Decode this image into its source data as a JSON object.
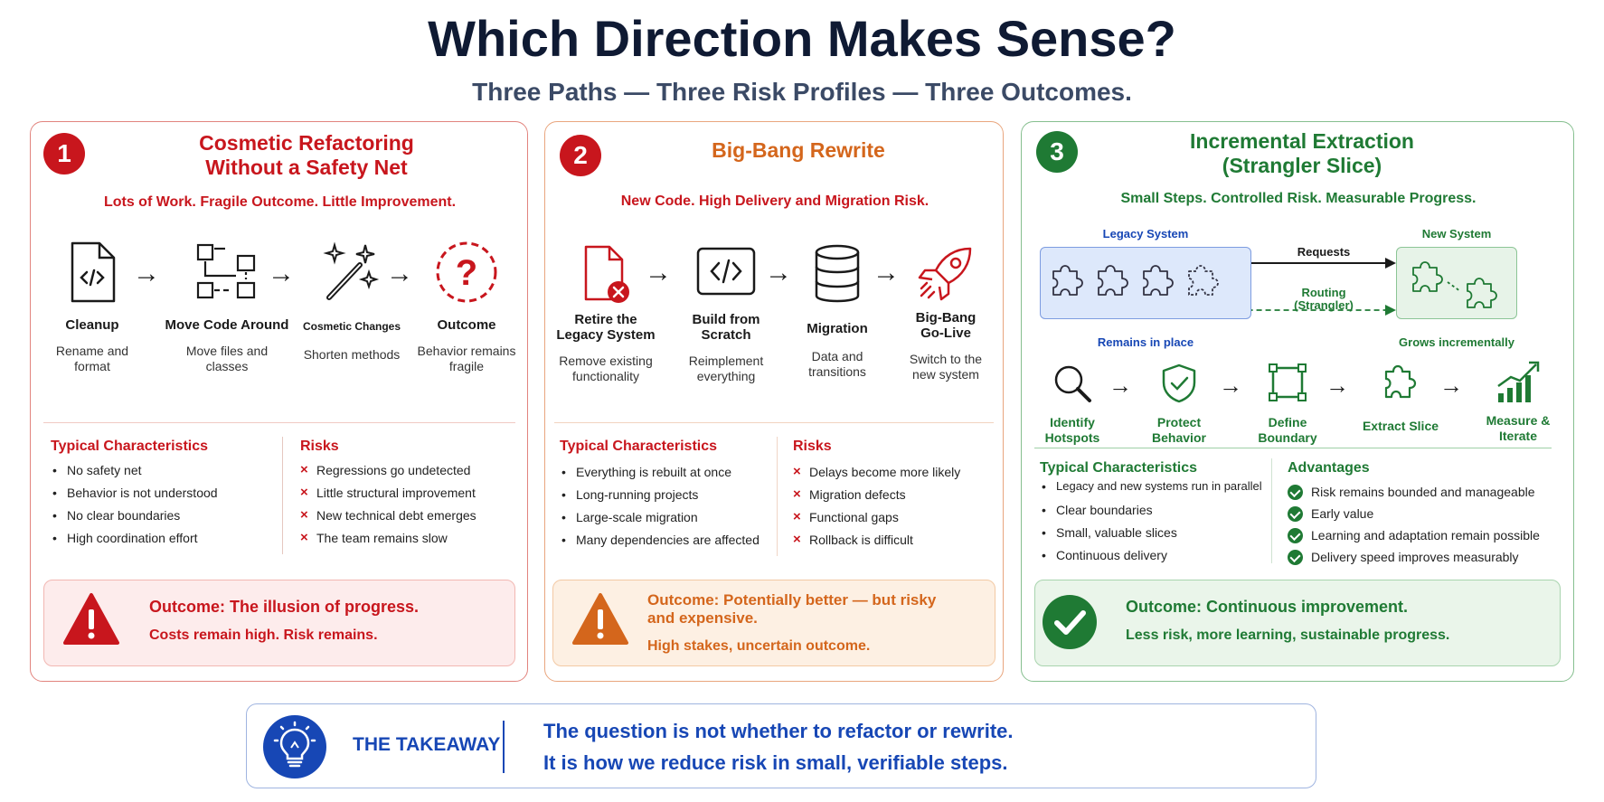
{
  "title": "Which Direction Makes Sense?",
  "subtitle": "Three Paths — Three Risk Profiles — Three Outcomes.",
  "colors": {
    "red": "#c8161d",
    "orange": "#d4661c",
    "green": "#1f7a34",
    "blue": "#1747b5"
  },
  "col1": {
    "number": "1",
    "title_line1": "Cosmetic Refactoring",
    "title_line2": "Without a Safety Net",
    "tagline": "Lots of Work. Fragile Outcome. Little Improvement.",
    "steps": [
      {
        "label": "Cleanup",
        "desc1": "Rename and",
        "desc2": "format",
        "icon": "code-file-icon"
      },
      {
        "label": "Move Code Around",
        "desc1": "Move files and",
        "desc2": "classes",
        "icon": "move-blocks-icon"
      },
      {
        "label": "Cosmetic Changes",
        "desc1": "Shorten methods",
        "desc2": "",
        "icon": "magic-wand-icon"
      },
      {
        "label": "Outcome",
        "desc1": "Behavior remains",
        "desc2": "fragile",
        "icon": "question-icon"
      }
    ],
    "char_heading": "Typical Characteristics",
    "characteristics": [
      "No safety net",
      "Behavior is not understood",
      "No clear boundaries",
      "High coordination effort"
    ],
    "risk_heading": "Risks",
    "risks": [
      "Regressions go undetected",
      "Little structural improvement",
      "New technical debt emerges",
      "The team remains slow"
    ],
    "outcome_title": "Outcome: The illusion of progress.",
    "outcome_sub": "Costs remain high. Risk remains."
  },
  "col2": {
    "number": "2",
    "title": "Big-Bang Rewrite",
    "tagline": "New Code. High Delivery and Migration Risk.",
    "steps": [
      {
        "label1": "Retire the",
        "label2": "Legacy System",
        "desc1": "Remove existing",
        "desc2": "functionality",
        "icon": "file-remove-icon"
      },
      {
        "label1": "Build from",
        "label2": "Scratch",
        "desc1": "Reimplement",
        "desc2": "everything",
        "icon": "code-window-icon"
      },
      {
        "label1": "Migration",
        "label2": "",
        "desc1": "Data and",
        "desc2": "transitions",
        "icon": "database-icon"
      },
      {
        "label1": "Big-Bang",
        "label2": "Go-Live",
        "desc1": "Switch to the",
        "desc2": "new system",
        "icon": "rocket-icon"
      }
    ],
    "char_heading": "Typical Characteristics",
    "characteristics": [
      "Everything is rebuilt at once",
      "Long-running projects",
      "Large-scale migration",
      "Many dependencies are affected"
    ],
    "risk_heading": "Risks",
    "risks": [
      "Delays become more likely",
      "Migration defects",
      "Functional gaps",
      "Rollback is difficult"
    ],
    "outcome_title1": "Outcome: Potentially better — but risky",
    "outcome_title2": "and expensive.",
    "outcome_sub": "High stakes, uncertain outcome."
  },
  "col3": {
    "number": "3",
    "title_line1": "Incremental Extraction",
    "title_line2": "(Strangler Slice)",
    "tagline": "Small Steps. Controlled Risk. Measurable Progress.",
    "legacy_label": "Legacy System",
    "new_label": "New System",
    "requests_label": "Requests",
    "routing_label1": "Routing",
    "routing_label2": "(Strangler)",
    "remains_label": "Remains in place",
    "grows_label": "Grows incrementally",
    "steps": [
      {
        "label1": "Identify",
        "label2": "Hotspots",
        "icon": "magnifier-icon"
      },
      {
        "label1": "Protect",
        "label2": "Behavior",
        "icon": "shield-check-icon"
      },
      {
        "label1": "Define",
        "label2": "Boundary",
        "icon": "boundary-square-icon"
      },
      {
        "label1": "Extract Slice",
        "label2": "",
        "icon": "puzzle-icon"
      },
      {
        "label1": "Measure &",
        "label2": "Iterate",
        "icon": "growth-chart-icon"
      }
    ],
    "char_heading": "Typical Characteristics",
    "characteristics": [
      "Legacy and new systems run in parallel",
      "Clear boundaries",
      "Small, valuable slices",
      "Continuous delivery"
    ],
    "adv_heading": "Advantages",
    "advantages": [
      "Risk remains bounded and manageable",
      "Early value",
      "Learning and adaptation remain possible",
      "Delivery speed improves measurably"
    ],
    "outcome_title": "Outcome: Continuous improvement.",
    "outcome_sub": "Less risk, more learning, sustainable progress."
  },
  "takeaway": {
    "label": "THE TAKEAWAY",
    "line1": "The question is not whether to refactor or rewrite.",
    "line2": "It is how we reduce risk in small, verifiable steps."
  }
}
